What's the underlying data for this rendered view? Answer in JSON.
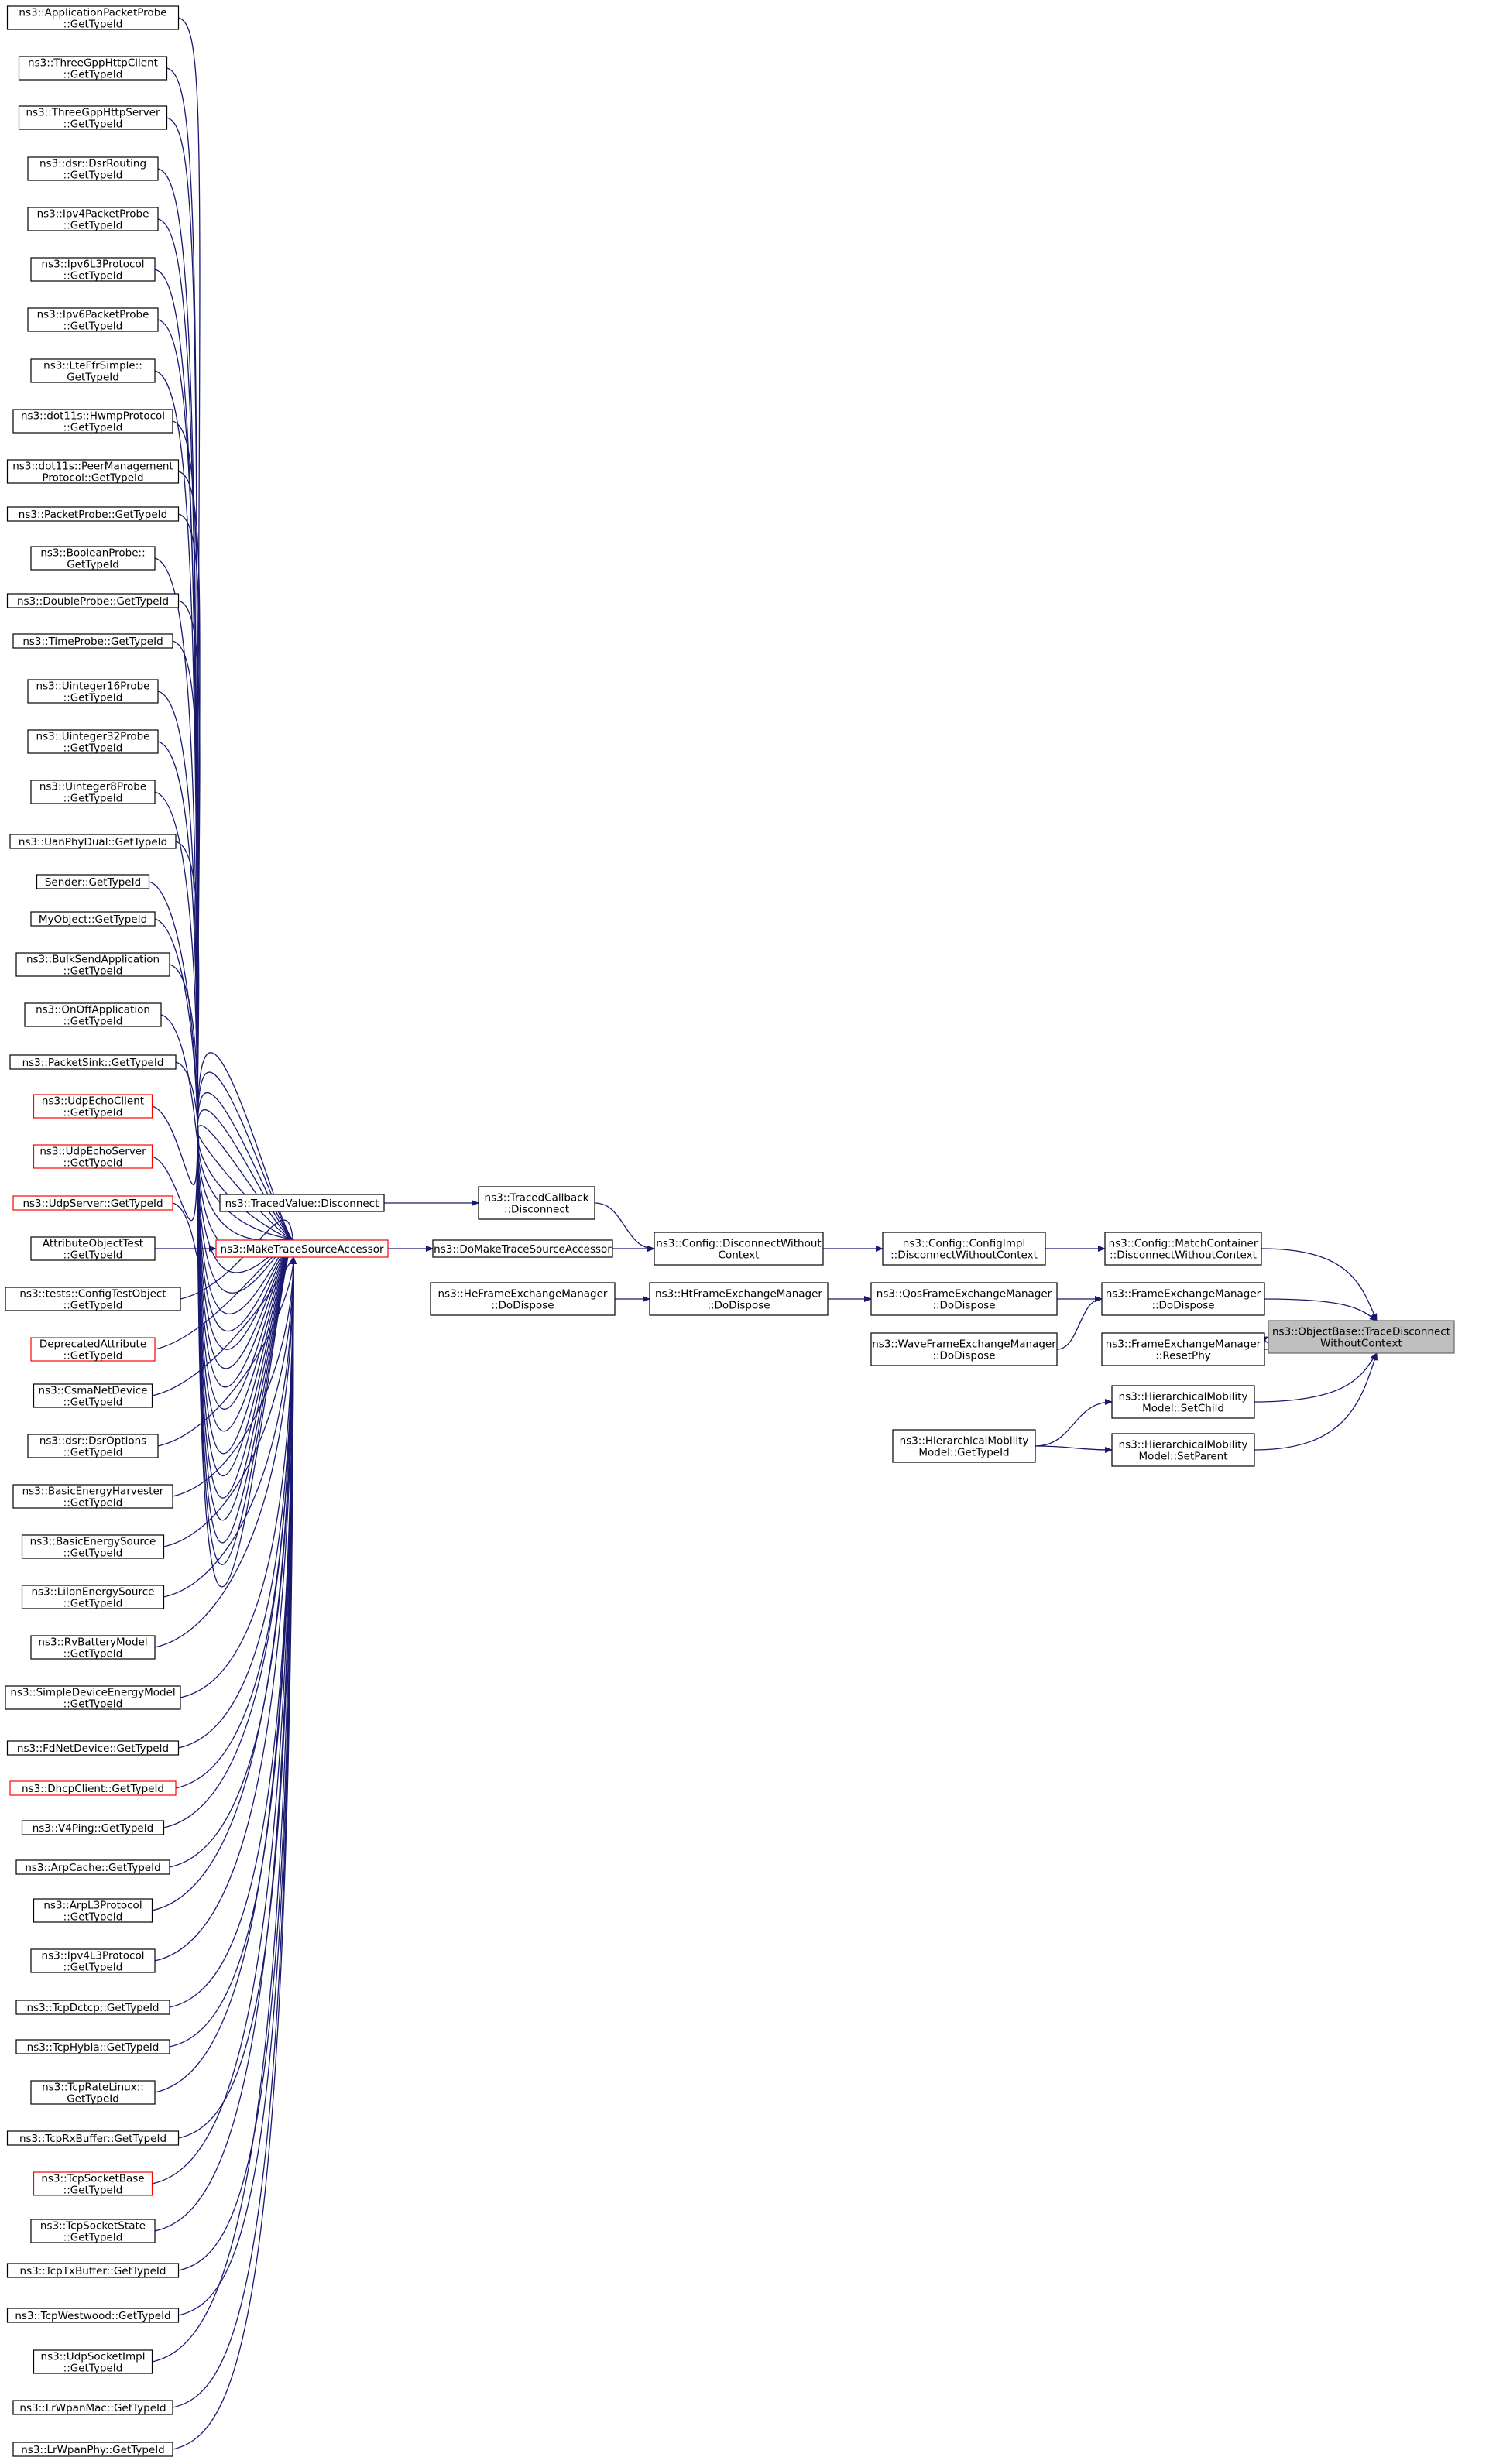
{
  "colors": {
    "edge": "#191970",
    "node_border": "#000000",
    "node_border_external": "#ff0000",
    "node_fill": "#ffffff",
    "focus_fill": "#bfbfbf",
    "focus_border": "#666666"
  },
  "focus_node": {
    "id": "obj",
    "lines": [
      "ns3::ObjectBase::TraceDisconnect",
      "WithoutContext"
    ]
  },
  "left_callers": [
    {
      "id": "L0",
      "lines": [
        "ns3::ApplicationPacketProbe",
        "::GetTypeId"
      ]
    },
    {
      "id": "L1",
      "lines": [
        "ns3::ThreeGppHttpClient",
        "::GetTypeId"
      ]
    },
    {
      "id": "L2",
      "lines": [
        "ns3::ThreeGppHttpServer",
        "::GetTypeId"
      ]
    },
    {
      "id": "L3",
      "lines": [
        "ns3::dsr::DsrRouting",
        "::GetTypeId"
      ]
    },
    {
      "id": "L4",
      "lines": [
        "ns3::Ipv4PacketProbe",
        "::GetTypeId"
      ]
    },
    {
      "id": "L5",
      "lines": [
        "ns3::Ipv6L3Protocol",
        "::GetTypeId"
      ]
    },
    {
      "id": "L6",
      "lines": [
        "ns3::Ipv6PacketProbe",
        "::GetTypeId"
      ]
    },
    {
      "id": "L7",
      "lines": [
        "ns3::LteFfrSimple::",
        "GetTypeId"
      ]
    },
    {
      "id": "L8",
      "lines": [
        "ns3::dot11s::HwmpProtocol",
        "::GetTypeId"
      ]
    },
    {
      "id": "L9",
      "lines": [
        "ns3::dot11s::PeerManagement",
        "Protocol::GetTypeId"
      ]
    },
    {
      "id": "L10",
      "lines": [
        "ns3::PacketProbe::GetTypeId"
      ]
    },
    {
      "id": "L11",
      "lines": [
        "ns3::BooleanProbe::",
        "GetTypeId"
      ]
    },
    {
      "id": "L12",
      "lines": [
        "ns3::DoubleProbe::GetTypeId"
      ]
    },
    {
      "id": "L13",
      "lines": [
        "ns3::TimeProbe::GetTypeId"
      ]
    },
    {
      "id": "L14",
      "lines": [
        "ns3::Uinteger16Probe",
        "::GetTypeId"
      ]
    },
    {
      "id": "L15",
      "lines": [
        "ns3::Uinteger32Probe",
        "::GetTypeId"
      ]
    },
    {
      "id": "L16",
      "lines": [
        "ns3::Uinteger8Probe",
        "::GetTypeId"
      ]
    },
    {
      "id": "L17",
      "lines": [
        "ns3::UanPhyDual::GetTypeId"
      ]
    },
    {
      "id": "L18",
      "lines": [
        "Sender::GetTypeId"
      ]
    },
    {
      "id": "L19",
      "lines": [
        "MyObject::GetTypeId"
      ]
    },
    {
      "id": "L20",
      "lines": [
        "ns3::BulkSendApplication",
        "::GetTypeId"
      ]
    },
    {
      "id": "L21",
      "lines": [
        "ns3::OnOffApplication",
        "::GetTypeId"
      ]
    },
    {
      "id": "L22",
      "lines": [
        "ns3::PacketSink::GetTypeId"
      ]
    },
    {
      "id": "L23",
      "lines": [
        "ns3::UdpEchoClient",
        "::GetTypeId"
      ],
      "external": true
    },
    {
      "id": "L24",
      "lines": [
        "ns3::UdpEchoServer",
        "::GetTypeId"
      ],
      "external": true
    },
    {
      "id": "L25",
      "lines": [
        "ns3::UdpServer::GetTypeId"
      ],
      "external": true
    },
    {
      "id": "L26",
      "lines": [
        "AttributeObjectTest",
        "::GetTypeId"
      ]
    },
    {
      "id": "L27",
      "lines": [
        "ns3::tests::ConfigTestObject",
        "::GetTypeId"
      ]
    },
    {
      "id": "L28",
      "lines": [
        "DeprecatedAttribute",
        "::GetTypeId"
      ],
      "external": true
    },
    {
      "id": "L29",
      "lines": [
        "ns3::CsmaNetDevice",
        "::GetTypeId"
      ]
    },
    {
      "id": "L30",
      "lines": [
        "ns3::dsr::DsrOptions",
        "::GetTypeId"
      ]
    },
    {
      "id": "L31",
      "lines": [
        "ns3::BasicEnergyHarvester",
        "::GetTypeId"
      ]
    },
    {
      "id": "L32",
      "lines": [
        "ns3::BasicEnergySource",
        "::GetTypeId"
      ]
    },
    {
      "id": "L33",
      "lines": [
        "ns3::LiIonEnergySource",
        "::GetTypeId"
      ]
    },
    {
      "id": "L34",
      "lines": [
        "ns3::RvBatteryModel",
        "::GetTypeId"
      ]
    },
    {
      "id": "L35",
      "lines": [
        "ns3::SimpleDeviceEnergyModel",
        "::GetTypeId"
      ]
    },
    {
      "id": "L36",
      "lines": [
        "ns3::FdNetDevice::GetTypeId"
      ]
    },
    {
      "id": "L37",
      "lines": [
        "ns3::DhcpClient::GetTypeId"
      ],
      "external": true
    },
    {
      "id": "L38",
      "lines": [
        "ns3::V4Ping::GetTypeId"
      ]
    },
    {
      "id": "L39",
      "lines": [
        "ns3::ArpCache::GetTypeId"
      ]
    },
    {
      "id": "L40",
      "lines": [
        "ns3::ArpL3Protocol",
        "::GetTypeId"
      ]
    },
    {
      "id": "L41",
      "lines": [
        "ns3::Ipv4L3Protocol",
        "::GetTypeId"
      ]
    },
    {
      "id": "L42",
      "lines": [
        "ns3::TcpDctcp::GetTypeId"
      ]
    },
    {
      "id": "L43",
      "lines": [
        "ns3::TcpHybla::GetTypeId"
      ]
    },
    {
      "id": "L44",
      "lines": [
        "ns3::TcpRateLinux::",
        "GetTypeId"
      ]
    },
    {
      "id": "L45",
      "lines": [
        "ns3::TcpRxBuffer::GetTypeId"
      ]
    },
    {
      "id": "L46",
      "lines": [
        "ns3::TcpSocketBase",
        "::GetTypeId"
      ],
      "external": true
    },
    {
      "id": "L47",
      "lines": [
        "ns3::TcpSocketState",
        "::GetTypeId"
      ]
    },
    {
      "id": "L48",
      "lines": [
        "ns3::TcpTxBuffer::GetTypeId"
      ]
    },
    {
      "id": "L49",
      "lines": [
        "ns3::TcpWestwood::GetTypeId"
      ]
    },
    {
      "id": "L50",
      "lines": [
        "ns3::UdpSocketImpl",
        "::GetTypeId"
      ]
    },
    {
      "id": "L51",
      "lines": [
        "ns3::LrWpanMac::GetTypeId"
      ]
    },
    {
      "id": "L52",
      "lines": [
        "ns3::LrWpanPhy::GetTypeId"
      ]
    }
  ],
  "nodes": [
    {
      "id": "mtsa",
      "lines": [
        "ns3::MakeTraceSourceAccessor"
      ],
      "external": true
    },
    {
      "id": "tvd",
      "lines": [
        "ns3::TracedValue::Disconnect"
      ]
    },
    {
      "id": "tcd",
      "lines": [
        "ns3::TracedCallback",
        "::Disconnect"
      ]
    },
    {
      "id": "domtsa",
      "lines": [
        "ns3::DoMakeTraceSourceAccessor"
      ]
    },
    {
      "id": "heDispose",
      "lines": [
        "ns3::HeFrameExchangeManager",
        "::DoDispose"
      ]
    },
    {
      "id": "cfgDwc",
      "lines": [
        "ns3::Config::DisconnectWithout",
        "Context"
      ]
    },
    {
      "id": "htDispose",
      "lines": [
        "ns3::HtFrameExchangeManager",
        "::DoDispose"
      ]
    },
    {
      "id": "cfgImpl",
      "lines": [
        "ns3::Config::ConfigImpl",
        "::DisconnectWithoutContext"
      ]
    },
    {
      "id": "qosDispose",
      "lines": [
        "ns3::QosFrameExchangeManager",
        "::DoDispose"
      ]
    },
    {
      "id": "waveDispose",
      "lines": [
        "ns3::WaveFrameExchangeManager",
        "::DoDispose"
      ]
    },
    {
      "id": "hmmGet",
      "lines": [
        "ns3::HierarchicalMobility",
        "Model::GetTypeId"
      ]
    },
    {
      "id": "matchCont",
      "lines": [
        "ns3::Config::MatchContainer",
        "::DisconnectWithoutContext"
      ]
    },
    {
      "id": "femDispose",
      "lines": [
        "ns3::FrameExchangeManager",
        "::DoDispose"
      ]
    },
    {
      "id": "femReset",
      "lines": [
        "ns3::FrameExchangeManager",
        "::ResetPhy"
      ]
    },
    {
      "id": "hmmChild",
      "lines": [
        "ns3::HierarchicalMobility",
        "Model::SetChild"
      ]
    },
    {
      "id": "hmmParent",
      "lines": [
        "ns3::HierarchicalMobility",
        "Model::SetParent"
      ]
    }
  ],
  "edges": [
    [
      "tvd",
      "tcd"
    ],
    [
      "tcd",
      "cfgDwc"
    ],
    [
      "mtsa",
      "domtsa"
    ],
    [
      "domtsa",
      "cfgDwc"
    ],
    [
      "cfgDwc",
      "cfgImpl"
    ],
    [
      "cfgImpl",
      "matchCont"
    ],
    [
      "heDispose",
      "htDispose"
    ],
    [
      "htDispose",
      "qosDispose"
    ],
    [
      "qosDispose",
      "femDispose"
    ],
    [
      "waveDispose",
      "femDispose"
    ],
    [
      "hmmGet",
      "hmmChild"
    ],
    [
      "hmmGet",
      "hmmParent"
    ],
    [
      "matchCont",
      "obj"
    ],
    [
      "femDispose",
      "obj"
    ],
    [
      "femReset",
      "obj"
    ],
    [
      "hmmChild",
      "obj"
    ],
    [
      "hmmParent",
      "obj"
    ]
  ]
}
